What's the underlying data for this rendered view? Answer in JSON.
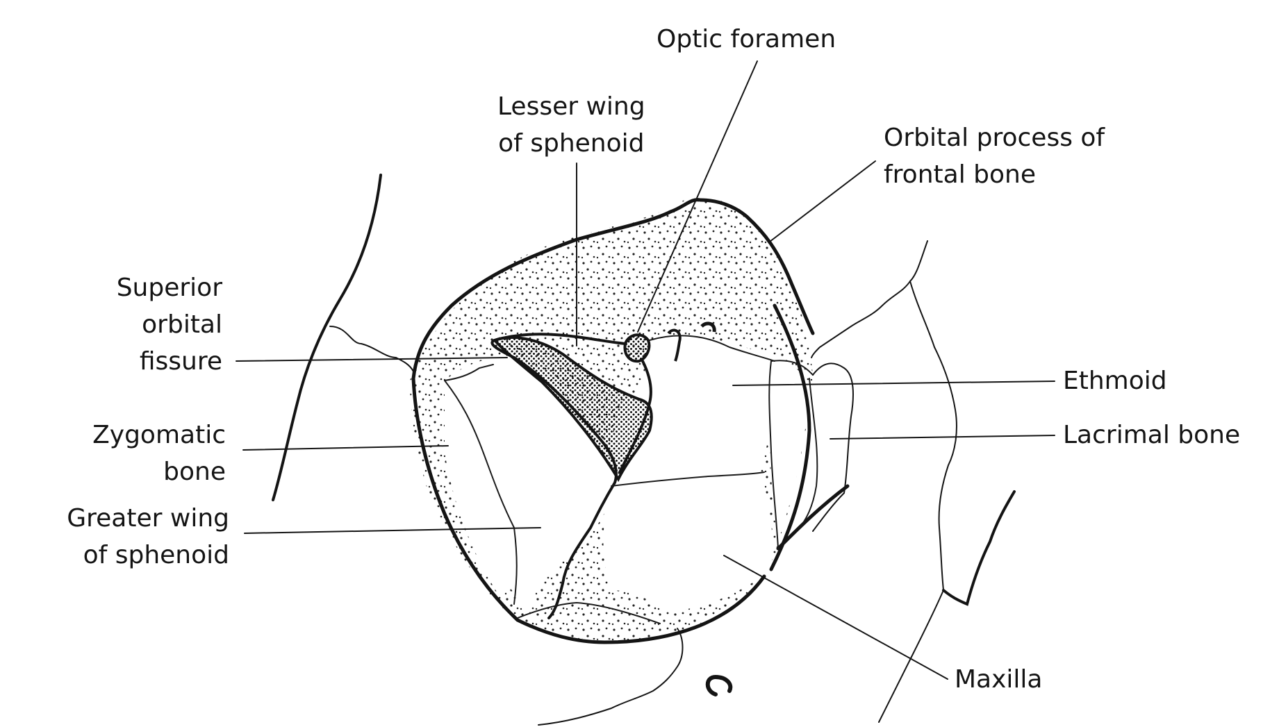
{
  "figure": {
    "labels": {
      "optic_foramen": [
        "Optic foramen"
      ],
      "lesser_wing": [
        "Lesser wing",
        "of sphenoid"
      ],
      "orbital_process": [
        "Orbital process of",
        "frontal bone"
      ],
      "superior_orbital_fissure": [
        "Superior",
        "orbital",
        "fissure"
      ],
      "zygomatic_bone": [
        "Zygomatic",
        "bone"
      ],
      "greater_wing": [
        "Greater wing",
        "of sphenoid"
      ],
      "ethmoid": [
        "Ethmoid"
      ],
      "lacrimal_bone": [
        "Lacrimal bone"
      ],
      "maxilla": [
        "Maxilla"
      ]
    },
    "colors": {
      "ink": "#141414",
      "paper": "#ffffff"
    }
  }
}
